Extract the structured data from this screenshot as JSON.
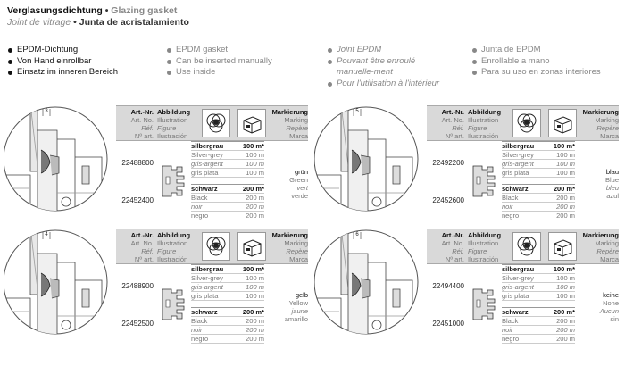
{
  "header": {
    "title_de": "Verglasungsdichtung",
    "title_en": "Glazing gasket",
    "title_fr": "Joint de vitrage",
    "title_es": "Junta de acristalamiento"
  },
  "features": {
    "de": [
      "EPDM-Dichtung",
      "Von Hand einrollbar",
      "Einsatz im inneren Bereich"
    ],
    "en": [
      "EPDM gasket",
      "Can be inserted manually",
      "Use inside"
    ],
    "fr": [
      "Joint EPDM",
      "Pouvant être enroulé manuelle-ment",
      "Pour l'utilisation à l'intérieur"
    ],
    "es": [
      "Junta de EPDM",
      "Enrollable a mano",
      "Para su uso en zonas interiores"
    ]
  },
  "table_header": {
    "art": [
      "Art.-Nr.",
      "Art. No.",
      "Réf.",
      "Nº art."
    ],
    "illustration": [
      "Abbildung",
      "Illustration",
      "Figure",
      "Ilustración"
    ],
    "marking": [
      "Markierung",
      "Marking",
      "Repère",
      "Marca"
    ]
  },
  "materials": {
    "silver": [
      "silbergrau",
      "Silver-grey",
      "gris-argent",
      "gris plata"
    ],
    "black": [
      "schwarz",
      "Black",
      "noir",
      "negro"
    ]
  },
  "blocks": [
    {
      "dim": "3",
      "art_silver": "22488800",
      "art_black": "22452400",
      "silver_len": [
        "100 m*",
        "100 m",
        "100 m",
        "100 m"
      ],
      "black_len": [
        "200 m*",
        "200 m",
        "200 m",
        "200 m"
      ],
      "marking": [
        "grün",
        "Green",
        "vert",
        "verde"
      ]
    },
    {
      "dim": "5",
      "art_silver": "22492200",
      "art_black": "22452600",
      "silver_len": [
        "100 m*",
        "100 m",
        "100 m",
        "100 m"
      ],
      "black_len": [
        "200 m*",
        "200 m",
        "200 m",
        "200 m"
      ],
      "marking": [
        "blau",
        "Blue",
        "bleu",
        "azul"
      ]
    },
    {
      "dim": "4",
      "art_silver": "22488900",
      "art_black": "22452500",
      "silver_len": [
        "100 m*",
        "100 m",
        "100 m",
        "100 m"
      ],
      "black_len": [
        "200 m*",
        "200 m",
        "200 m",
        "200 m"
      ],
      "marking": [
        "gelb",
        "Yellow",
        "jaune",
        "amarillo"
      ]
    },
    {
      "dim": "6",
      "art_silver": "22494400",
      "art_black": "22451000",
      "silver_len": [
        "100 m*",
        "100 m",
        "100 m",
        "100 m"
      ],
      "black_len": [
        "200 m*",
        "200 m",
        "200 m",
        "200 m"
      ],
      "marking": [
        "keine",
        "None",
        "Aucun",
        "sin"
      ]
    }
  ],
  "icons": [
    "color-circles-icon",
    "box-icon",
    "gasket-profile-icon"
  ]
}
